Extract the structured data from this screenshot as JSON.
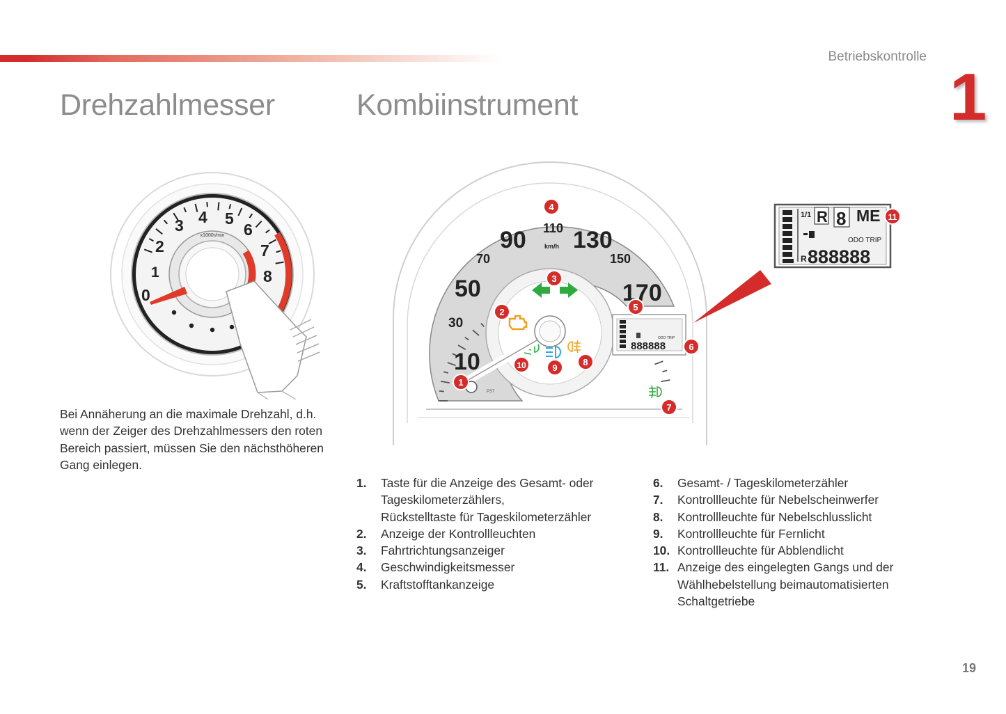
{
  "header": {
    "section_label": "Betriebskontrolle",
    "chapter_number": "1",
    "page_number": "19"
  },
  "left": {
    "title": "Drehzahlmesser",
    "paragraph": "Bei Annäherung an die maximale Drehzahl, d.h. wenn der Zeiger des Drehzahlmessers den roten Bereich passiert, müssen Sie den nächsthöheren Gang einlegen.",
    "tach": {
      "scale_labels": [
        "0",
        "1",
        "2",
        "3",
        "4",
        "5",
        "6",
        "7",
        "8"
      ],
      "unit_label": "x1000r/min"
    }
  },
  "right": {
    "title": "Kombiinstrument",
    "gauge": {
      "speeds": [
        "10",
        "30",
        "50",
        "70",
        "90",
        "110",
        "130",
        "150",
        "170"
      ],
      "unit": "km/h",
      "lcd_small": "888888",
      "odo_trip_small": "ODO TRIP",
      "ps_label": "PS7"
    },
    "lcd_zoom": {
      "fraction": "1/1",
      "r_label": "R",
      "gear_digit": "8",
      "mode": "ME",
      "odo_trip": "ODO  TRIP",
      "r_small": "R",
      "digits": "888888"
    },
    "callouts": [
      "1",
      "2",
      "3",
      "4",
      "5",
      "6",
      "7",
      "8",
      "9",
      "10",
      "11"
    ],
    "list_left": [
      {
        "num": "1.",
        "text": "Taste für die Anzeige des Gesamt- oder\nTageskilometerzählers,\nRückstelltaste für Tageskilometerzähler"
      },
      {
        "num": "2.",
        "text": "Anzeige der Kontrollleuchten"
      },
      {
        "num": "3.",
        "text": "Fahrtrichtungsanzeiger"
      },
      {
        "num": "4.",
        "text": "Geschwindigkeitsmesser"
      },
      {
        "num": "5.",
        "text": "Kraftstofftankanzeige"
      }
    ],
    "list_right": [
      {
        "num": "6.",
        "text": "Gesamt- / Tageskilometerzähler"
      },
      {
        "num": "7.",
        "text": "Kontrollleuchte für Nebelscheinwerfer"
      },
      {
        "num": "8.",
        "text": "Kontrollleuchte für Nebelschlusslicht"
      },
      {
        "num": "9.",
        "text": "Kontrollleuchte für Fernlicht"
      },
      {
        "num": "10.",
        "text": "Kontrollleuchte für Abblendlicht"
      },
      {
        "num": "11.",
        "text": "Anzeige des eingelegten Gangs und der\nWählhebelstellung beimautomatisierten\nSchaltgetriebe"
      }
    ]
  },
  "colors": {
    "accent_red": "#d42b2b",
    "title_gray": "#8c8c8c",
    "arrow_green": "#2eaa3f",
    "engine_orange": "#f0a020",
    "highbeam_blue": "#2ea8e0"
  }
}
